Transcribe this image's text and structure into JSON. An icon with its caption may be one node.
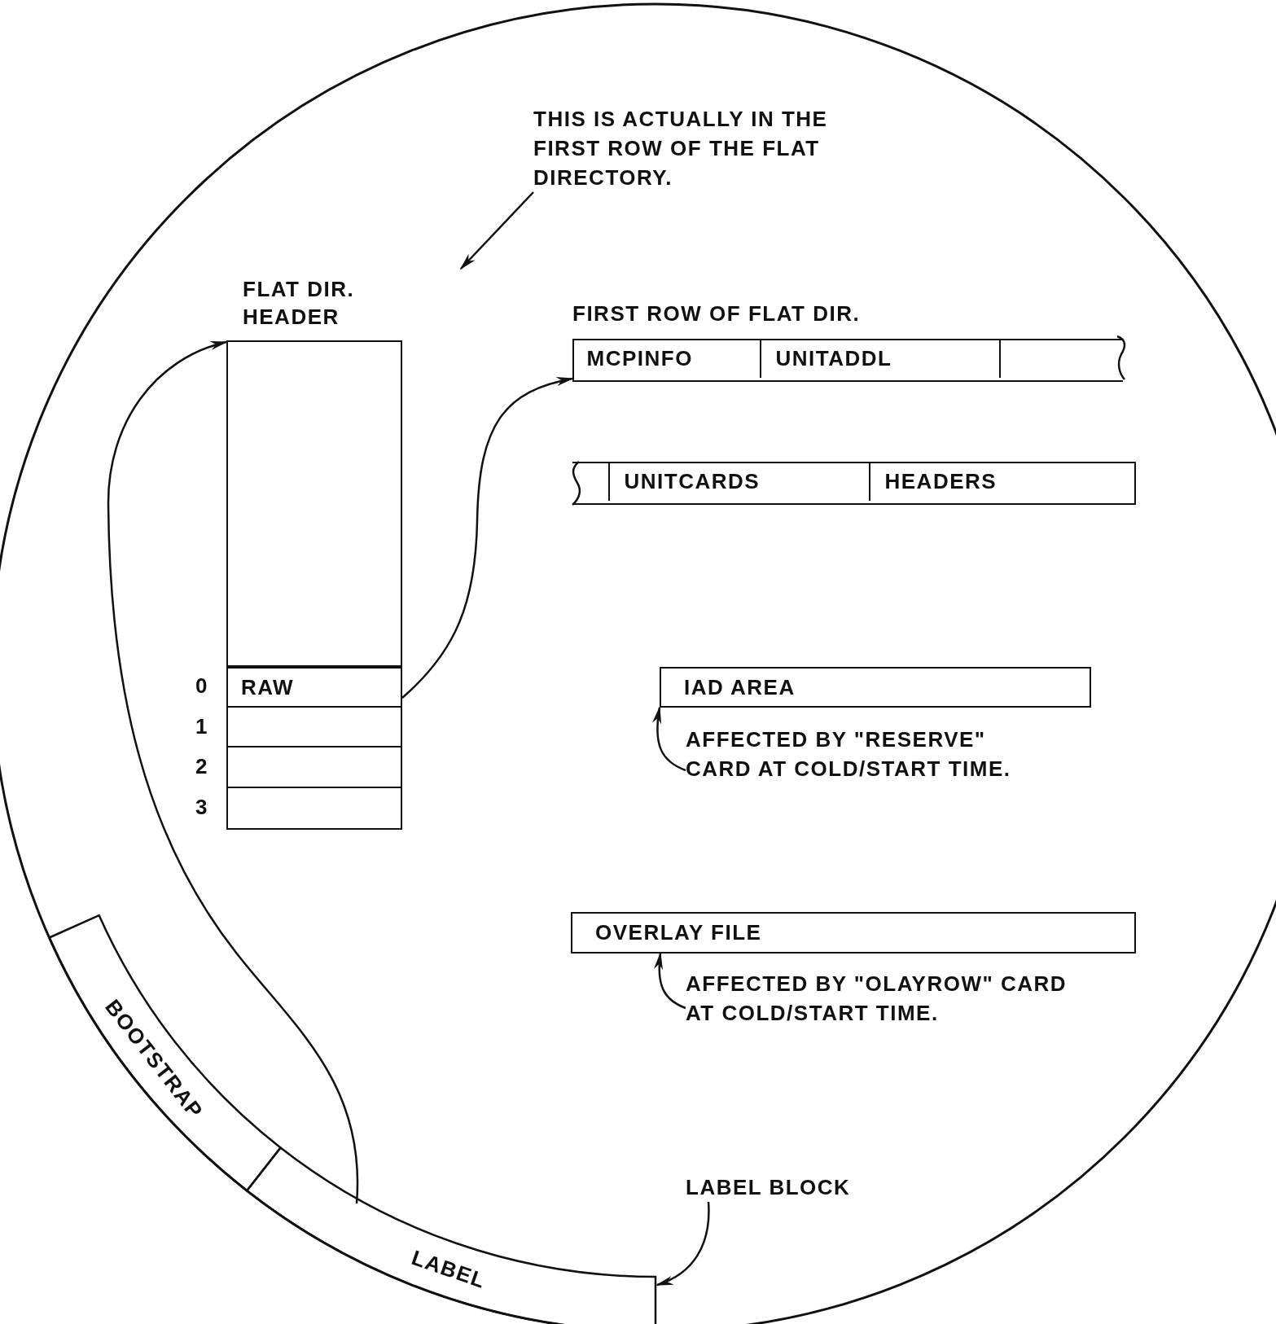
{
  "diagram": {
    "nodes": [
      {
        "text": [
          "THIS IS ACTUALLY IN THE FIRST ROW OF THE FLAT DIRECTORY."
        ]
      },
      {
        "text": [
          "FLAT DIR. HEADER"
        ]
      },
      {
        "text": [
          "RAW"
        ],
        "beside": [
          "0"
        ]
      },
      {
        "text": [],
        "shape": "box",
        "beside": [
          "1"
        ]
      },
      {
        "text": [],
        "shape": "box",
        "beside": [
          "2"
        ]
      },
      {
        "text": [],
        "shape": "box",
        "beside": [
          "3"
        ]
      },
      {
        "text": [
          "FIRST ROW OF FLAT DIR."
        ]
      },
      {
        "text": [
          "MCPINFO"
        ],
        "in": 6
      },
      {
        "text": [
          "UNITADDL"
        ],
        "in": 6
      },
      {
        "text": [],
        "shape": "box",
        "in": 6
      },
      {
        "text": [],
        "shape": "bar"
      },
      {
        "text": [
          "UNITCARDS"
        ],
        "in": 10
      },
      {
        "text": [
          "HEADERS"
        ],
        "in": 10
      },
      {
        "text": [
          "IAD AREA"
        ]
      },
      {
        "text": [
          "AFFECTED BY \"RESERVE\" CARD AT COLD/START TIME."
        ]
      },
      {
        "text": [
          "OVERLAY FILE"
        ]
      },
      {
        "text": [
          "AFFECTED BY \"OLAYROW\" CARD AT COLD/START TIME."
        ]
      },
      {
        "text": [
          "BOOTSTRAP"
        ]
      },
      {
        "text": [
          "LABEL"
        ]
      },
      {
        "text": [
          "LABEL BLOCK"
        ]
      }
    ],
    "edges": [
      {
        "from": 0,
        "to": null,
        "arrow": "to"
      },
      {
        "from": 18,
        "to": 1,
        "arrow": "to"
      },
      {
        "from": 2,
        "to": 6,
        "arrow": "to"
      },
      {
        "from": 14,
        "to": 13,
        "arrow": "to"
      },
      {
        "from": 16,
        "to": 15,
        "arrow": "to"
      },
      {
        "from": 19,
        "to": 18,
        "arrow": "to"
      }
    ]
  }
}
